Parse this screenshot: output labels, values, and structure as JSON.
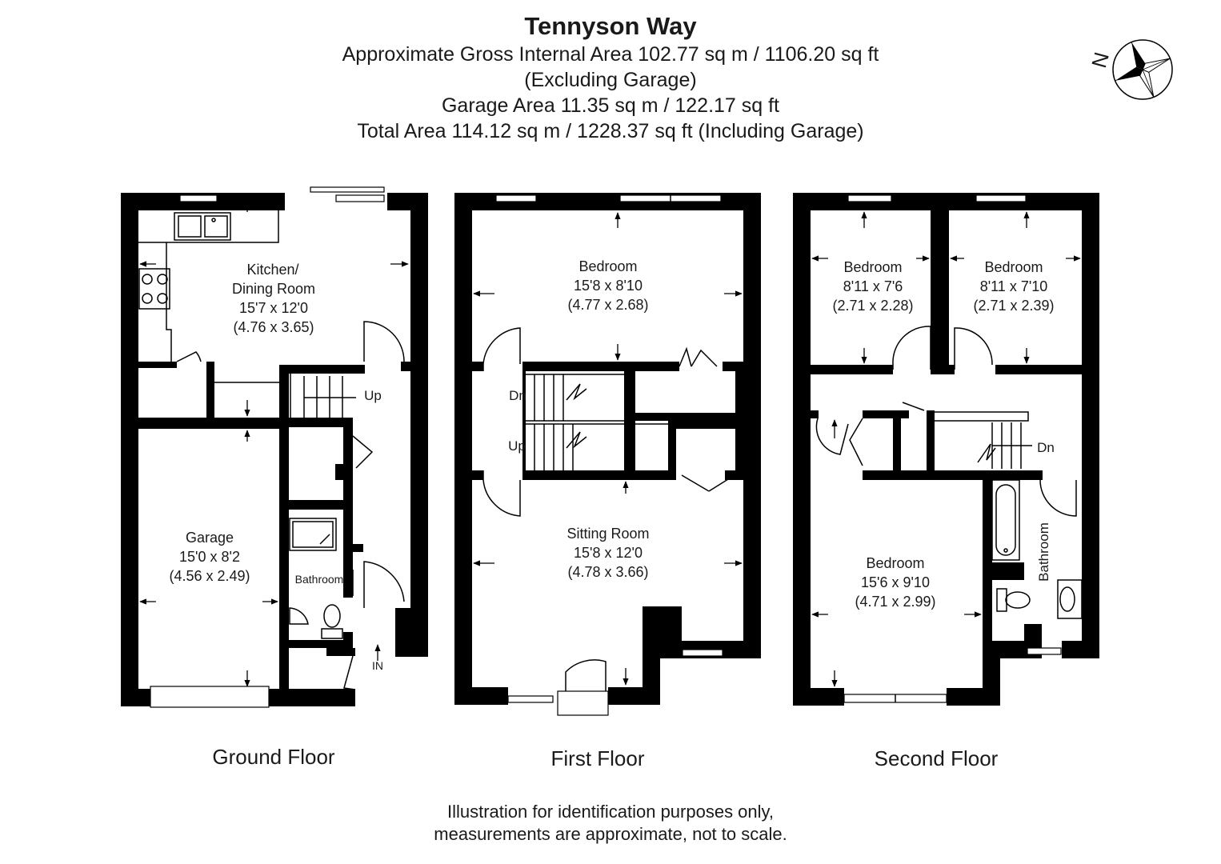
{
  "header": {
    "title": "Tennyson Way",
    "lines": [
      "Approximate Gross Internal Area 102.77 sq m / 1106.20 sq ft",
      "(Excluding Garage)",
      "Garage Area 11.35 sq m / 122.17 sq ft",
      "Total Area 114.12 sq m / 1228.37 sq ft (Including Garage)"
    ]
  },
  "compass": {
    "label": "N",
    "icon": "compass-rose-icon"
  },
  "floors": {
    "ground": {
      "label": "Ground Floor",
      "kitchen": {
        "name1": "Kitchen/",
        "name2": "Dining Room",
        "imperial": "15'7 x 12'0",
        "metric": "(4.76 x 3.65)"
      },
      "garage": {
        "name": "Garage",
        "imperial": "15'0 x 8'2",
        "metric": "(4.56 x 2.49)"
      },
      "bathroom": {
        "name": "Bathroom"
      },
      "stairs_up": "Up",
      "entrance": "IN"
    },
    "first": {
      "label": "First Floor",
      "bedroom": {
        "name": "Bedroom",
        "imperial": "15'8 x 8'10",
        "metric": "(4.77 x 2.68)"
      },
      "sitting": {
        "name": "Sitting Room",
        "imperial": "15'8 x 12'0",
        "metric": "(4.78 x 3.66)"
      },
      "stairs_dn": "Dn",
      "stairs_up": "Up"
    },
    "second": {
      "label": "Second Floor",
      "bedroom_a": {
        "name": "Bedroom",
        "imperial": "8'11 x 7'6",
        "metric": "(2.71 x 2.28)"
      },
      "bedroom_b": {
        "name": "Bedroom",
        "imperial": "8'11 x 7'10",
        "metric": "(2.71 x 2.39)"
      },
      "bedroom_c": {
        "name": "Bedroom",
        "imperial": "15'6 x 9'10",
        "metric": "(4.71 x 2.99)"
      },
      "bathroom": {
        "name": "Bathroom"
      },
      "stairs_dn": "Dn"
    }
  },
  "footer": {
    "line1": "Illustration for identification purposes only,",
    "line2": "measurements are approximate, not to scale."
  }
}
